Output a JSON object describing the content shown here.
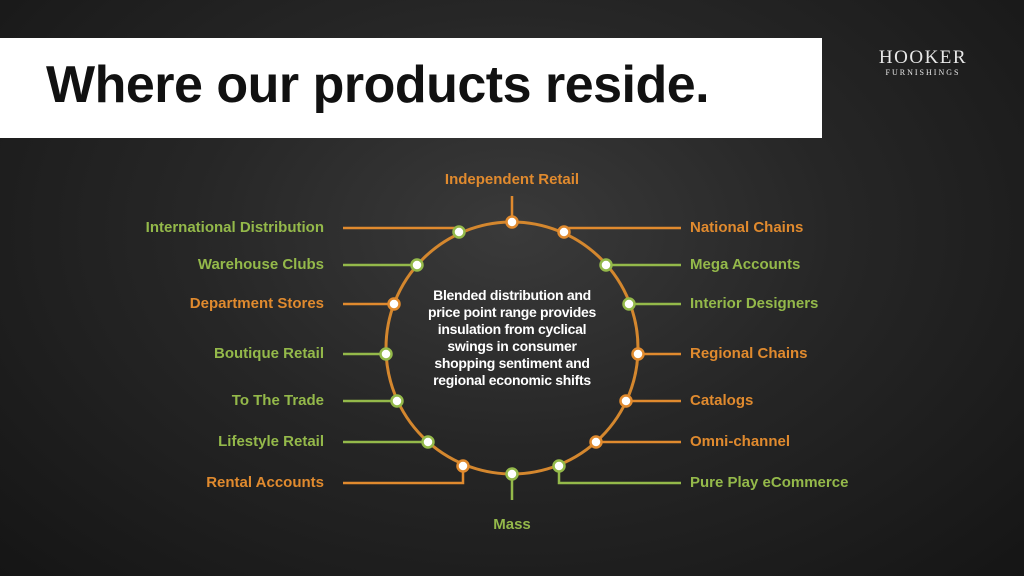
{
  "title": "Where our products reside.",
  "logo": {
    "name": "HOOKER",
    "sub": "FURNISHINGS"
  },
  "center_text": "Blended distribution and price point range provides insulation from cyclical swings in consumer shopping sentiment and regional economic shifts",
  "colors": {
    "orange": "#e08a2e",
    "green": "#94b94a",
    "ring": "#d4872e"
  },
  "labels": {
    "independent_retail": "Independent Retail",
    "mass": "Mass",
    "international_distribution": "International Distribution",
    "warehouse_clubs": "Warehouse Clubs",
    "department_stores": "Department Stores",
    "boutique_retail": "Boutique Retail",
    "to_the_trade": "To The Trade",
    "lifestyle_retail": "Lifestyle Retail",
    "rental_accounts": "Rental Accounts",
    "national_chains": "National Chains",
    "mega_accounts": "Mega Accounts",
    "interior_designers": "Interior Designers",
    "regional_chains": "Regional Chains",
    "catalogs": "Catalogs",
    "omni_channel": "Omni-channel",
    "pure_play_ecommerce": "Pure Play eCommerce"
  }
}
